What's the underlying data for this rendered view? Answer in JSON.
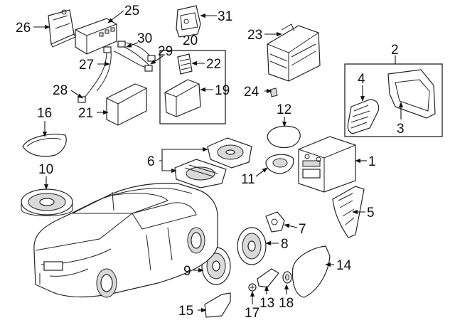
{
  "callouts": {
    "c1": "1",
    "c2": "2",
    "c3": "3",
    "c4": "4",
    "c5": "5",
    "c6": "6",
    "c7": "7",
    "c8": "8",
    "c9": "9",
    "c10": "10",
    "c11": "11",
    "c12": "12",
    "c13": "13",
    "c14": "14",
    "c15": "15",
    "c16": "16",
    "c17": "17",
    "c18": "18",
    "c19": "19",
    "c20": "20",
    "c21": "21",
    "c22": "22",
    "c23": "23",
    "c24": "24",
    "c25": "25",
    "c26": "26",
    "c27": "27",
    "c28": "28",
    "c29": "29",
    "c30": "30",
    "c31": "31"
  },
  "colors": {
    "line": "#222222",
    "shade": "#d9d9d9",
    "background": "#ffffff"
  }
}
